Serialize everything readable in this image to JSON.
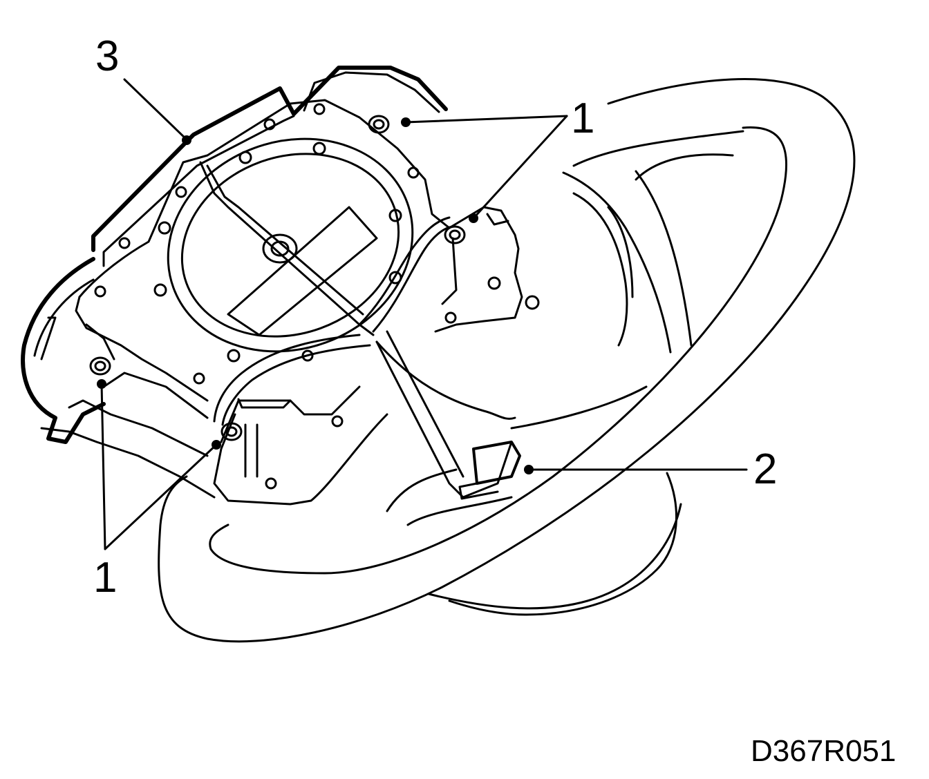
{
  "diagram": {
    "callouts": {
      "label_1_top": "1",
      "label_1_bottom": "1",
      "label_2": "2",
      "label_3": "3"
    },
    "figure_code": "D367R051"
  },
  "colors": {
    "line": "#000000",
    "background": "#ffffff"
  }
}
